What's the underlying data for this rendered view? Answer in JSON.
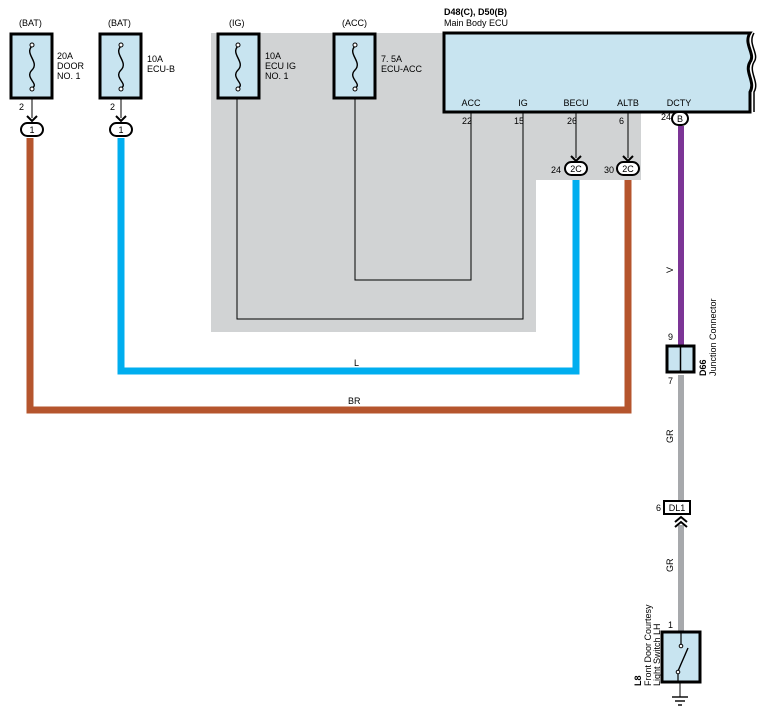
{
  "colors": {
    "brown": "#b5552d",
    "blue": "#00aeef",
    "violet": "#7c3596",
    "gray": "#a7a9ac",
    "shade": "#d1d3d4",
    "fuse_fill": "#c8e4f0",
    "ecu_fill": "#c8e4f0"
  },
  "fuses": [
    {
      "source": "(BAT)",
      "rating": "20A",
      "name_line1": "DOOR",
      "name_line2": "NO. 1",
      "pin": "2",
      "connector": "1"
    },
    {
      "source": "(BAT)",
      "rating": "10A",
      "name_line1": "ECU-B",
      "name_line2": "",
      "pin": "2",
      "connector": "1"
    },
    {
      "source": "(IG)",
      "rating": "10A",
      "name_line1": "ECU IG",
      "name_line2": "NO. 1"
    },
    {
      "source": "(ACC)",
      "rating": "7. 5A",
      "name_line1": "ECU-ACC",
      "name_line2": ""
    }
  ],
  "ecu": {
    "code": "D48(C), D50(B)",
    "name": "Main Body ECU",
    "terminals": [
      {
        "name": "ACC",
        "pin": "22"
      },
      {
        "name": "IG",
        "pin": "15"
      },
      {
        "name": "BECU",
        "pin": "26"
      },
      {
        "name": "ALTB",
        "pin": "6"
      },
      {
        "name": "DCTY",
        "pin": "24",
        "connector": "B"
      }
    ]
  },
  "connectors_2c": [
    {
      "pin": "24",
      "label": "2C"
    },
    {
      "pin": "30",
      "label": "2C"
    }
  ],
  "wires": {
    "blue_color_code": "L",
    "brown_color_code": "BR",
    "violet_color_code": "V",
    "gray_upper_color_code": "GR",
    "gray_lower_color_code": "GR"
  },
  "junction": {
    "code": "D66",
    "name": "Junction Connector",
    "pin_top": "9",
    "pin_bottom": "7"
  },
  "dl1": {
    "pin": "6",
    "label": "DL1"
  },
  "switch": {
    "code": "L8",
    "name_line1": "Front Door Courtesy",
    "name_line2": "Light Switch LH",
    "pin": "1"
  }
}
